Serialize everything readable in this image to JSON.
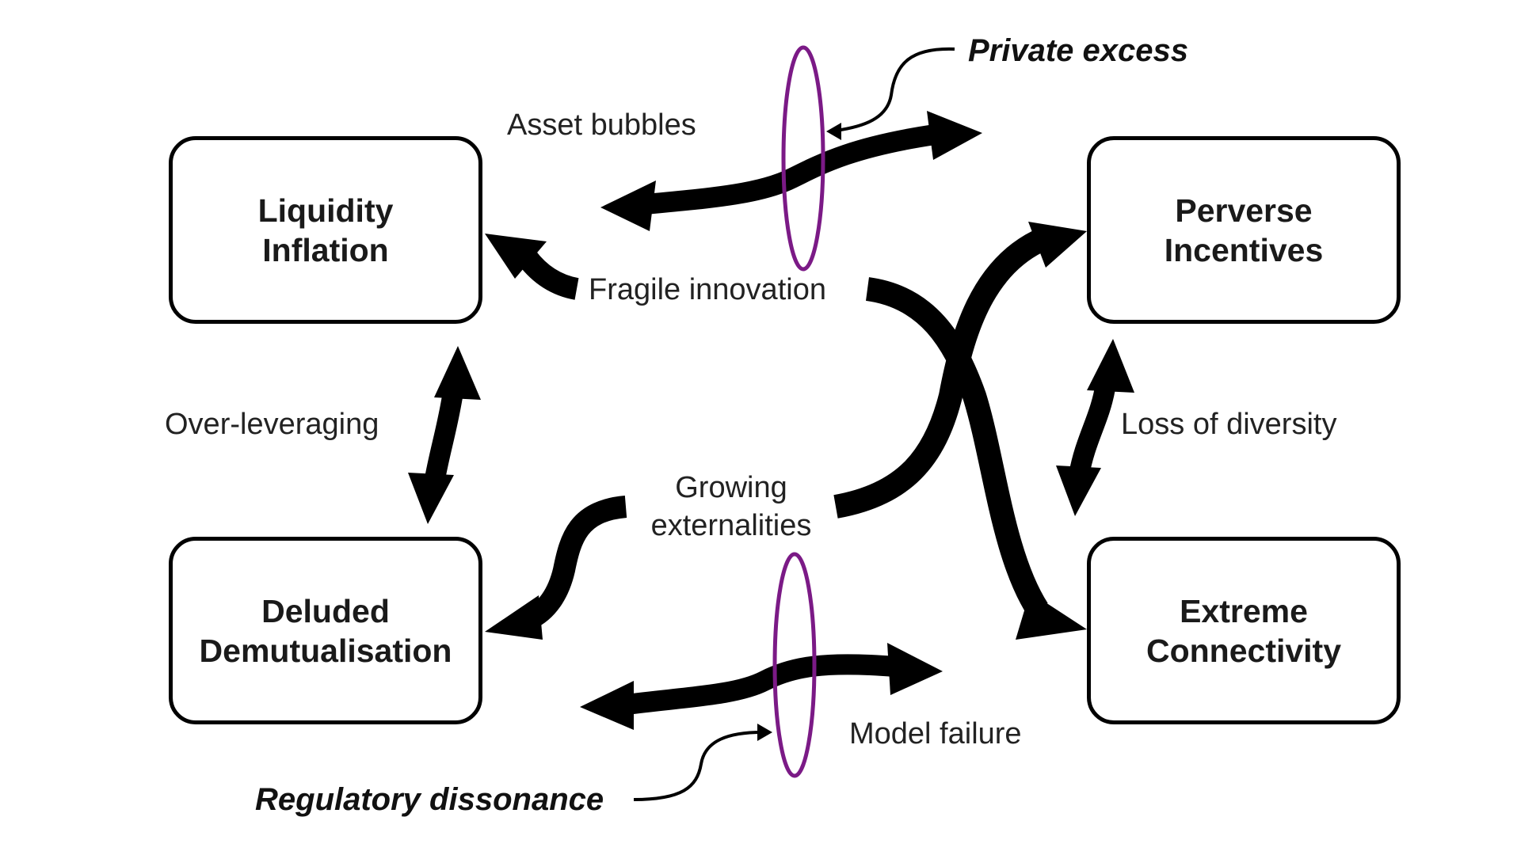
{
  "diagram": {
    "boxes": {
      "liquidity": "Liquidity\nInflation",
      "perverse": "Perverse\nIncentives",
      "deluded": "Deluded\nDemutualisation",
      "extreme": "Extreme\nConnectivity"
    },
    "labels": {
      "asset_bubbles": "Asset bubbles",
      "fragile_innovation": "Fragile innovation",
      "over_leveraging": "Over-leveraging",
      "loss_of_diversity": "Loss of diversity",
      "growing_externalities": "Growing\nexternalities",
      "model_failure": "Model failure"
    },
    "annotations": {
      "private_excess": "Private excess",
      "regulatory_dissonance": "Regulatory dissonance"
    },
    "colors": {
      "arrow": "#000000",
      "ring": "#7b1a86",
      "box_border": "#000000",
      "background": "#ffffff"
    }
  }
}
